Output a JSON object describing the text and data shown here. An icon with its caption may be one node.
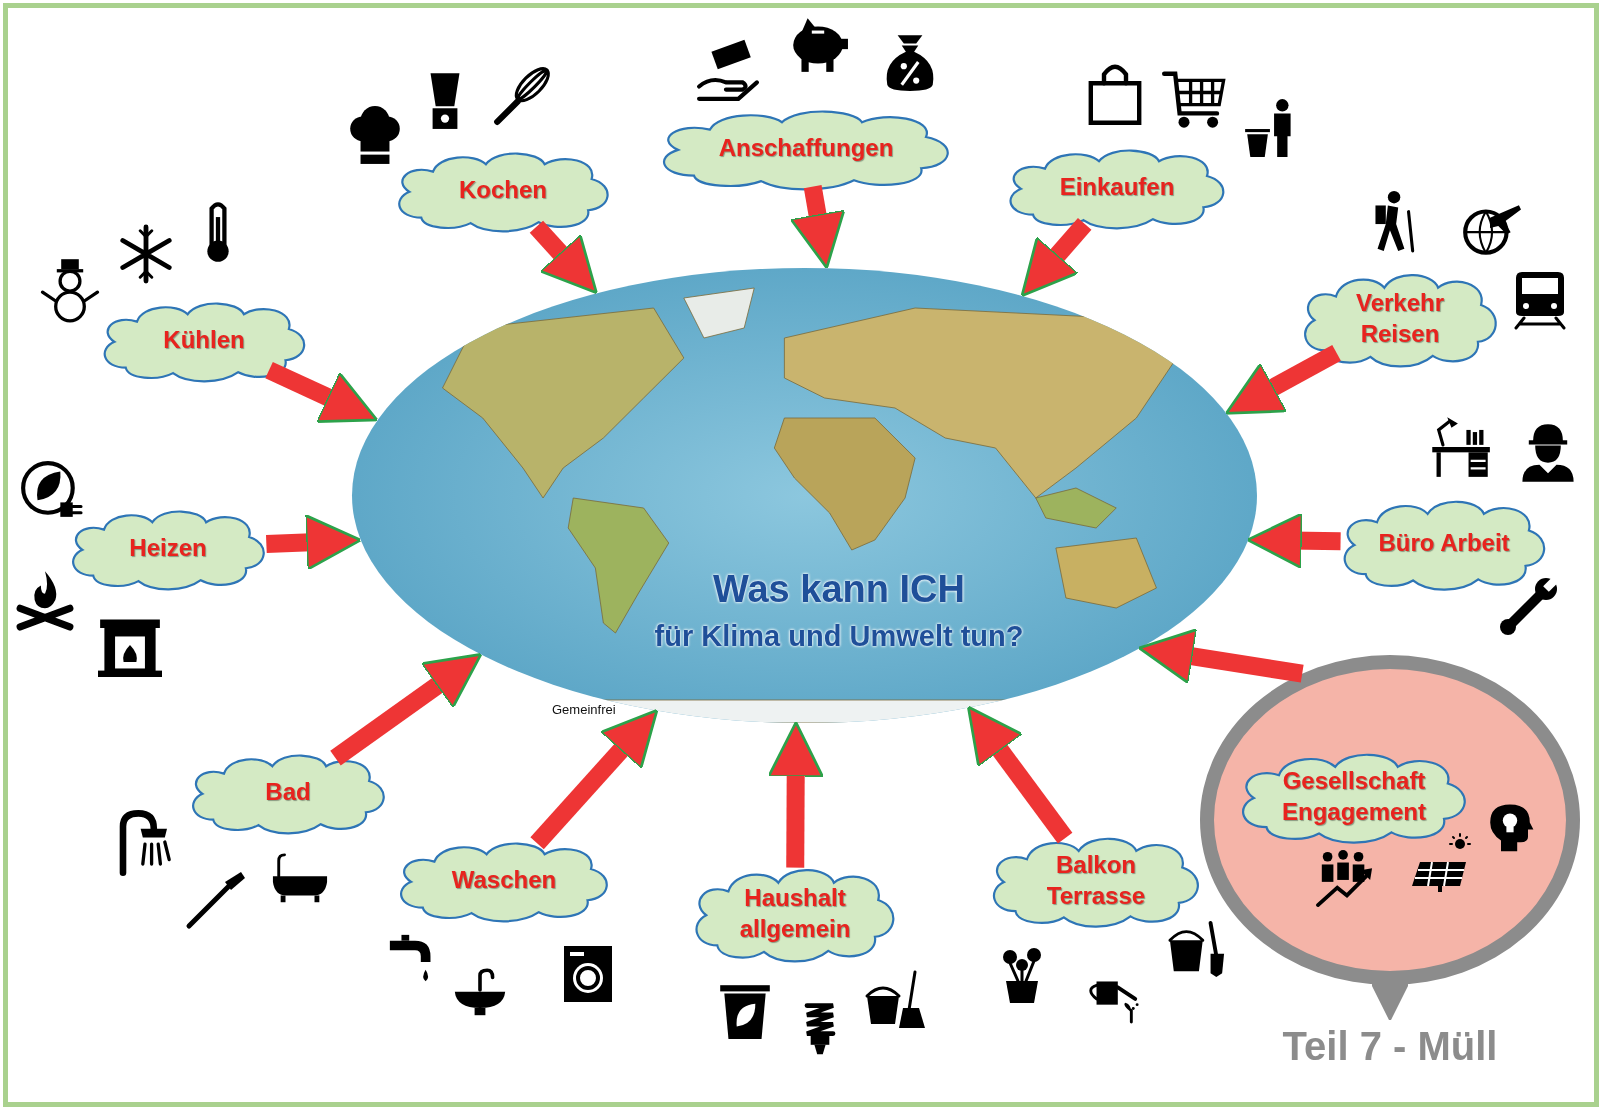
{
  "diagram": {
    "nodes": [
      {
        "text": [
          "Was kann **ICH**",
          "für Klima und Umwelt tun?"
        ]
      },
      {
        "text": [
          "Kochen"
        ]
      },
      {
        "text": [
          "Anschaffungen"
        ]
      },
      {
        "text": [
          "Einkaufen"
        ]
      },
      {
        "text": [
          "Kühlen"
        ]
      },
      {
        "text": [
          "Verkehr Reisen"
        ]
      },
      {
        "text": [
          "Heizen"
        ]
      },
      {
        "text": [
          "Büro Arbeit"
        ]
      },
      {
        "text": [
          "Bad"
        ]
      },
      {
        "text": [
          "Waschen"
        ]
      },
      {
        "text": [
          "Haushalt allgemein"
        ]
      },
      {
        "text": [
          "Balkon Terrasse"
        ]
      },
      {
        "text": [],
        "shape": "circle"
      },
      {
        "text": [
          "Gesellschaft Engagement"
        ],
        "in": 12
      },
      {
        "text": [
          "Teil 7 - Müll"
        ]
      }
    ],
    "edges": [
      {
        "from": 1,
        "to": 0,
        "arrow": "to"
      },
      {
        "from": 2,
        "to": 0,
        "arrow": "to"
      },
      {
        "from": 3,
        "to": 0,
        "arrow": "to"
      },
      {
        "from": 4,
        "to": 0,
        "arrow": "to"
      },
      {
        "from": 5,
        "to": 0,
        "arrow": "to"
      },
      {
        "from": 6,
        "to": 0,
        "arrow": "to"
      },
      {
        "from": 7,
        "to": 0,
        "arrow": "to"
      },
      {
        "from": 8,
        "to": 0,
        "arrow": "to"
      },
      {
        "from": 9,
        "to": 0,
        "arrow": "to"
      },
      {
        "from": 10,
        "to": 0,
        "arrow": "to"
      },
      {
        "from": 11,
        "to": 0,
        "arrow": "to"
      },
      {
        "from": 12,
        "to": 0,
        "arrow": "to"
      },
      {
        "from": 12,
        "to": 14,
        "arrow": "to",
        "color": "#8c8c8c"
      }
    ],
    "labels": [
      "Gemeinfrei"
    ]
  }
}
